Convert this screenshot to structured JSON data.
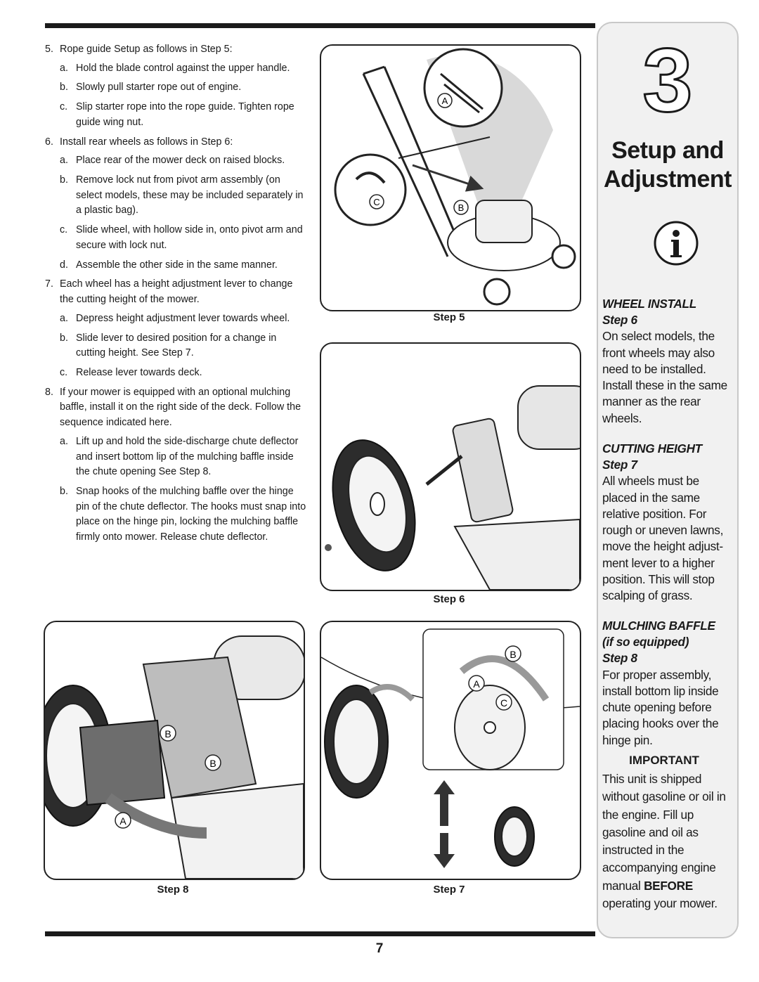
{
  "instructions": {
    "items": [
      {
        "num": "5.",
        "text": "Rope guide Setup as follows in Step 5:",
        "subs": [
          {
            "letter": "a.",
            "text": "Hold the blade control against the upper handle."
          },
          {
            "letter": "b.",
            "text": "Slowly pull starter rope out of engine."
          },
          {
            "letter": "c.",
            "text": "Slip starter rope into the rope guide. Tighten rope guide wing nut."
          }
        ]
      },
      {
        "num": "6.",
        "text": "Install rear wheels as follows in Step 6:",
        "subs": [
          {
            "letter": "a.",
            "text": "Place rear of the mower deck on raised blocks."
          },
          {
            "letter": "b.",
            "text": "Remove lock nut from pivot arm assembly (on select models, these may be included separately in a plastic bag)."
          },
          {
            "letter": "c.",
            "text": "Slide wheel, with hollow side in, onto pivot arm and secure with lock nut."
          },
          {
            "letter": "d.",
            "text": "Assemble the other side in the same manner."
          }
        ]
      },
      {
        "num": "7.",
        "text": "Each wheel has a height adjustment lever to change the cutting height of the mower.",
        "subs": [
          {
            "letter": "a.",
            "text": "Depress height adjustment lever towards wheel."
          },
          {
            "letter": "b.",
            "text": "Slide lever to desired position for a change in cutting height. See Step 7."
          },
          {
            "letter": "c.",
            "text": "Release lever towards deck."
          }
        ]
      },
      {
        "num": "8.",
        "text": "If your mower is equipped with an optional mulching baffle, install it on the right side of the deck. Follow the sequence indicated here.",
        "subs": [
          {
            "letter": "a.",
            "text": "Lift up and hold the side-discharge chute deflector and insert bottom lip of the mulching baffle inside the chute opening See Step 8."
          },
          {
            "letter": "b.",
            "text": "Snap hooks of the mulching baffle over the hinge pin of the chute deflector. The hooks must snap into place on the hinge pin, locking the mulching baffle firmly onto mower. Release chute deflector."
          }
        ]
      }
    ]
  },
  "figures": {
    "step5": {
      "caption": "Step 5",
      "callouts": [
        "A",
        "B",
        "C"
      ]
    },
    "step6": {
      "caption": "Step 6"
    },
    "step8": {
      "caption": "Step 8",
      "callouts": [
        "B",
        "B",
        "A"
      ]
    },
    "step7": {
      "caption": "Step 7",
      "callouts": [
        "B",
        "A",
        "C"
      ]
    }
  },
  "sidebar": {
    "chapter_number": "3",
    "chapter_title_line1": "Setup and",
    "chapter_title_line2": "Adjustment",
    "icon": "info-icon",
    "wheel_install": {
      "heading": "WHEEL INSTALL",
      "step": "Step 6",
      "body": "On select models, the front wheels may also need to be installed. Install these in the same manner as the rear wheels."
    },
    "cutting_height": {
      "heading": "CUTTING HEIGHT",
      "step": "Step 7",
      "body": "All wheels must be placed in the same relative position. For rough or uneven lawns, move the height adjust-ment lever to a higher position. This will stop scalping of grass."
    },
    "mulching_baffle": {
      "heading": "MULCHING BAFFLE",
      "qualifier": "(if so equipped)",
      "step": "Step 8",
      "body": "For proper assembly, install bottom lip inside chute opening before placing hooks over the hinge pin."
    },
    "important": {
      "title": "IMPORTANT",
      "body_before": "This unit is shipped without gasoline or oil in the engine. Fill up gasoline and oil as instructed in the accompanying engine manual",
      "emphasis": "BEFORE",
      "body_after": "operating your mower."
    }
  },
  "page_number": "7"
}
